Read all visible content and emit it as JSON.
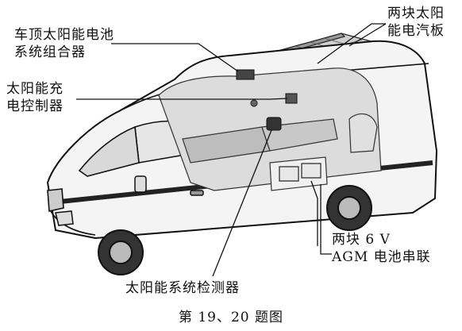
{
  "labels": {
    "roof_combiner": [
      "车顶太阳能电池",
      "系统组合器"
    ],
    "charge_controller": [
      "太阳能充",
      "电控制器"
    ],
    "solar_panels": [
      "两块太阳",
      "能电汽板"
    ],
    "batteries": [
      "两块 6 V",
      "AGM 电池串联"
    ],
    "system_monitor": "太阳能系统检测器"
  },
  "caption": "第 19、20 题图"
}
